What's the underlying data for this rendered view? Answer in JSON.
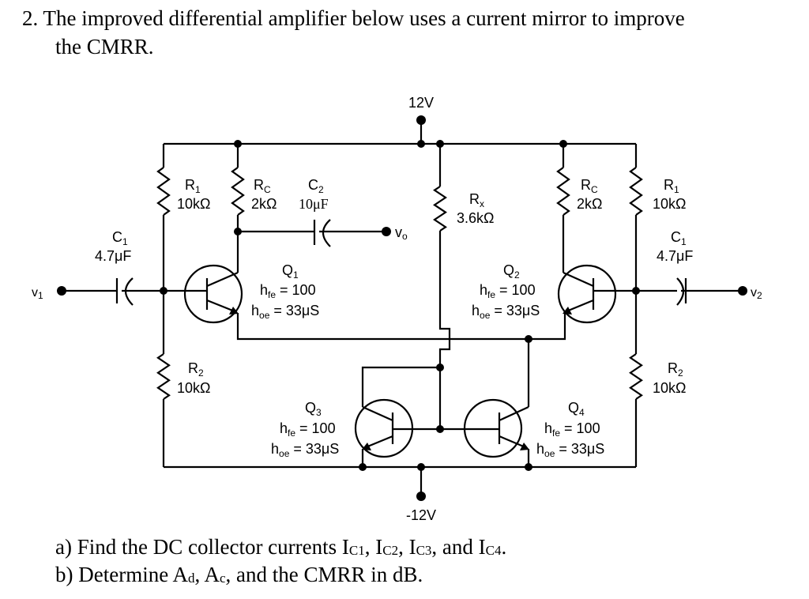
{
  "question": {
    "number": "2.",
    "line1": "The improved differential amplifier below uses a current mirror to improve",
    "line2": "the CMRR."
  },
  "parts": {
    "a": {
      "prefix": "a)  Find the DC collector currents I",
      "s1": "C1",
      "t1": ", I",
      "s2": "C2",
      "t2": ", I",
      "s3": "C3",
      "t3": ", and I",
      "s4": "C4",
      "t4": "."
    },
    "b": {
      "prefix": "b)  Determine A",
      "s1": "d",
      "t1": ", A",
      "s2": "c",
      "t2": ", and the CMRR in dB."
    }
  },
  "circuit": {
    "vpos": "12V",
    "vneg": "-12V",
    "r1_left": {
      "name": "R",
      "sub": "1",
      "value": "10kΩ"
    },
    "rc_left": {
      "name": "R",
      "sub": "C",
      "value": "2kΩ"
    },
    "c2": {
      "name": "C",
      "sub": "2",
      "value": "10μF"
    },
    "vo": {
      "name": "v",
      "sub": "o"
    },
    "rx": {
      "name": "R",
      "sub": "x",
      "value": "3.6kΩ"
    },
    "rc_right": {
      "name": "R",
      "sub": "C",
      "value": "2kΩ"
    },
    "r1_right": {
      "name": "R",
      "sub": "1",
      "value": "10kΩ"
    },
    "c1_left": {
      "name": "C",
      "sub": "1",
      "value": "4.7μF"
    },
    "c1_right": {
      "name": "C",
      "sub": "1",
      "value": "4.7μF"
    },
    "v1": {
      "name": "v",
      "sub": "1"
    },
    "v2": {
      "name": "v",
      "sub": "2"
    },
    "r2_left": {
      "name": "R",
      "sub": "2",
      "value": "10kΩ"
    },
    "r2_right": {
      "name": "R",
      "sub": "2",
      "value": "10kΩ"
    },
    "q1": {
      "name": "Q",
      "sub": "1"
    },
    "q2": {
      "name": "Q",
      "sub": "2"
    },
    "q3": {
      "name": "Q",
      "sub": "3"
    },
    "q4": {
      "name": "Q",
      "sub": "4"
    },
    "hfe": {
      "h": "h",
      "sub": "fe",
      "value": " = 100"
    },
    "hoe": {
      "h": "h",
      "sub": "oe",
      "value": " = 33μS"
    }
  }
}
